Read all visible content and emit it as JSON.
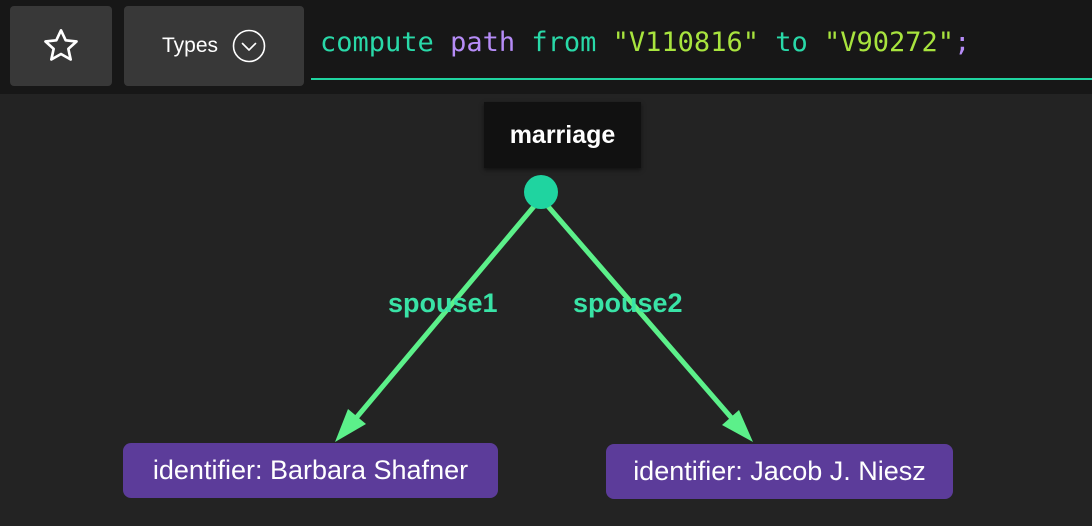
{
  "toolbar": {
    "star_icon": "star-icon",
    "types_label": "Types",
    "types_icon": "chevron-down-circle-icon"
  },
  "query": {
    "compute": "compute",
    "path": "path",
    "from": "from",
    "source": "\"V110816\"",
    "to": "to",
    "target": "\"V90272\"",
    "terminator": ";"
  },
  "graph": {
    "relation": {
      "label": "marriage"
    },
    "edges": [
      {
        "label": "spouse1"
      },
      {
        "label": "spouse2"
      }
    ],
    "entities": [
      {
        "label": "identifier: Barbara Shafner"
      },
      {
        "label": "identifier: Jacob J. Niesz"
      }
    ]
  },
  "colors": {
    "accent": "#1fd4a0",
    "edge": "#5cf08a",
    "edge_label": "#39e3a6",
    "entity": "#5c3c9a",
    "relation_box": "#111111",
    "keyword": "#29d9a8",
    "function": "#b68cf7",
    "string": "#a8e43e"
  }
}
